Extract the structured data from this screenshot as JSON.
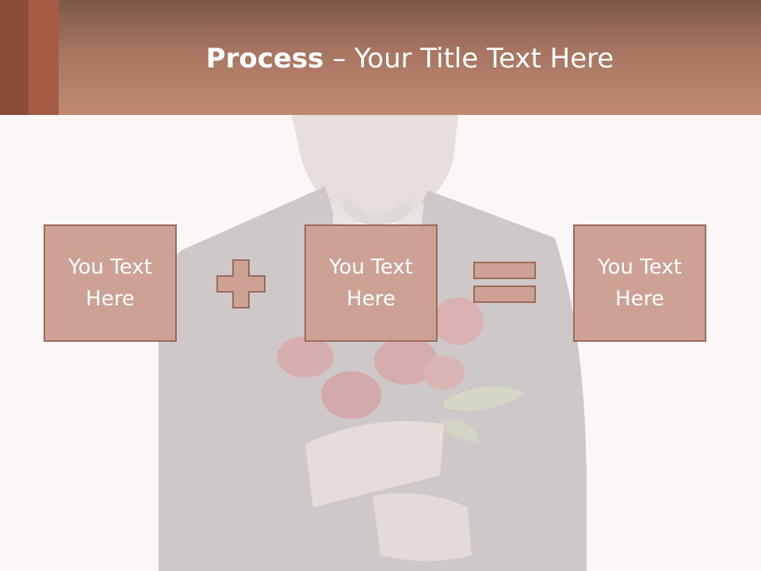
{
  "slide": {
    "title_bold": "Process",
    "title_rest": " – Your Title Text Here"
  },
  "process": {
    "boxes": [
      {
        "label": "You Text Here"
      },
      {
        "label": "You Text Here"
      },
      {
        "label": "You Text Here"
      }
    ],
    "operators": [
      "plus-icon",
      "equals-icon"
    ]
  },
  "colors": {
    "header": "#b07d68",
    "box_fill": "#cda294",
    "box_border": "#9e6a5b",
    "text": "#ffffff",
    "background": "#fbf7f6"
  }
}
